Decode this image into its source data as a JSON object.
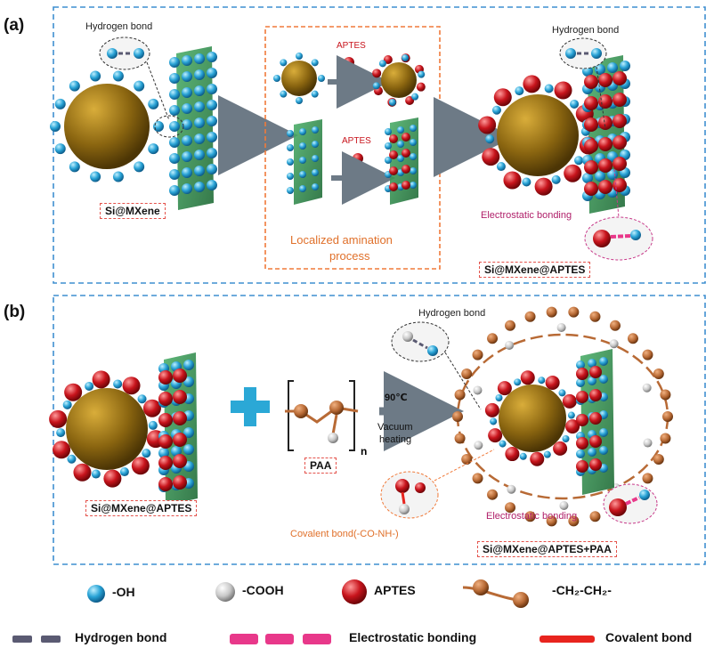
{
  "panel_a": {
    "label": "(a)",
    "hydrogen_bond_left": "Hydrogen bond",
    "hydrogen_bond_right": "Hydrogen bond",
    "aptes_top": "APTES",
    "aptes_bottom": "APTES",
    "center_caption_line1": "Localized amination",
    "center_caption_line2": "process",
    "electrostatic": "Electrostatic bonding",
    "box_left": "Si@MXene",
    "box_right": "Si@MXene@APTES"
  },
  "panel_b": {
    "label": "(b)",
    "hydrogen_bond": "Hydrogen bond",
    "n": "n",
    "temp": "90℃",
    "vacuum_line1": "Vacuum",
    "vacuum_line2": "heating",
    "paa": "PAA",
    "box_left": "Si@MXene@APTES",
    "box_right": "Si@MXene@APTES+PAA",
    "electrostatic": "Electrostatic bonding",
    "covalent": "Covalent bond(-CO-NH-)"
  },
  "legend": {
    "oh": "-OH",
    "cooh": "-COOH",
    "aptes": "APTES",
    "chain": "-CH₂-CH₂-",
    "hydrogen_bond": "Hydrogen bond",
    "electrostatic_bonding": "Electrostatic bonding",
    "covalent_bond": "Covalent bond"
  },
  "colors": {
    "panel_border": "#3f8fd0",
    "inner_box_border": "#f07a3a",
    "si_particle": "#8a6510",
    "oh_atom": "#29a3d6",
    "cooh_atom": "#c8c8c8",
    "aptes_atom": "#c8141c",
    "chain_atom": "#b86a35",
    "mxene_sheet": "#2f8a46",
    "arrow": "#6d7a86",
    "hbond": "#5a5a72",
    "electrostatic": "#e8388a",
    "covalent": "#e8241e"
  }
}
